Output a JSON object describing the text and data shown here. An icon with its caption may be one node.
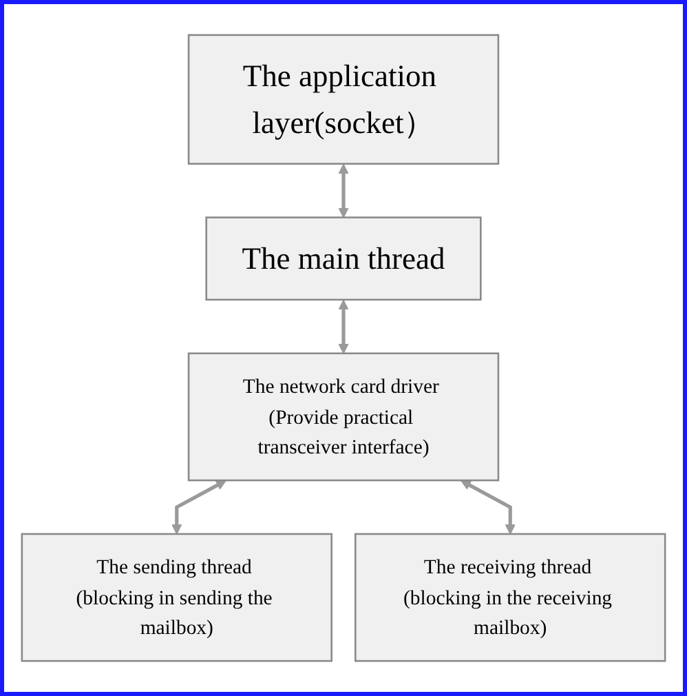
{
  "diagram": {
    "nodes": [
      {
        "text": [
          "The application layer(socket）"
        ]
      },
      {
        "text": [
          "The main thread"
        ]
      },
      {
        "text": [
          "The network card driver (Provide practical transceiver interface)"
        ]
      },
      {
        "text": [
          "The sending thread (blocking in sending the mailbox)"
        ]
      },
      {
        "text": [
          "The receiving thread (blocking in the receiving mailbox)"
        ]
      }
    ],
    "edges": [
      {
        "from": 0,
        "to": 1,
        "arrow": "both"
      },
      {
        "from": 1,
        "to": 2,
        "arrow": "both"
      },
      {
        "from": 2,
        "to": 3,
        "arrow": "both"
      },
      {
        "from": 2,
        "to": 4,
        "arrow": "both"
      }
    ]
  }
}
